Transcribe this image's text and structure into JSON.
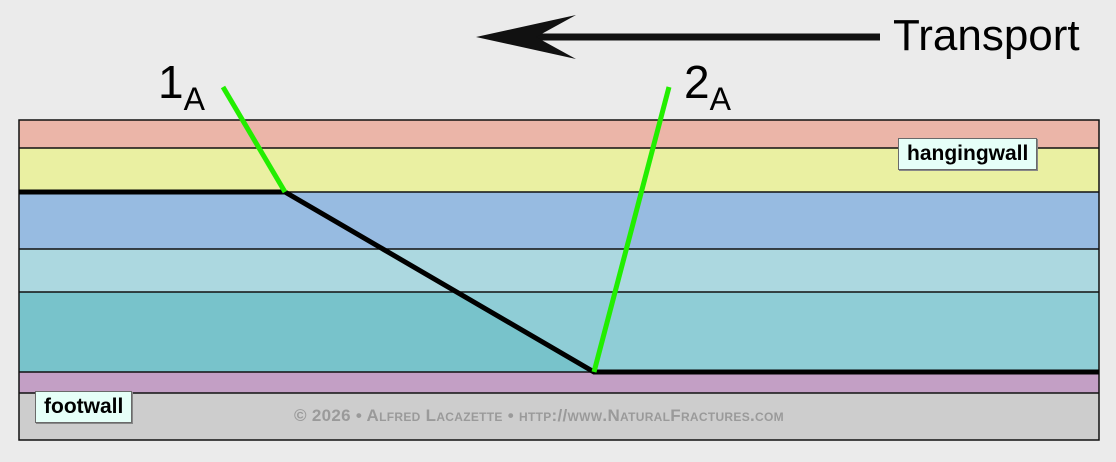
{
  "transport_label": "Transport",
  "ramp_labels": {
    "one": {
      "main": "1",
      "sub": "A"
    },
    "two": {
      "main": "2",
      "sub": "A"
    }
  },
  "hangingwall_label": "hangingwall",
  "footwall_label": "footwall",
  "copyright": "© 2026 • Alfred Lacazette • http://www.NaturalFractures.com",
  "colors": {
    "background": "#ebebeb",
    "layer_salmon": "#ebb5a8",
    "layer_yellow": "#eaf0a2",
    "layer_blue": "#97bbe1",
    "layer_lightblue": "#acd8e0",
    "layer_teal_left": "#78c3cb",
    "layer_teal_right": "#8fcdd6",
    "layer_purple": "#c39fc5",
    "layer_gray": "#cdcdcd",
    "fault": "#000000",
    "axial_trace": "#22ee00",
    "label_fill": "#e6fff8"
  }
}
